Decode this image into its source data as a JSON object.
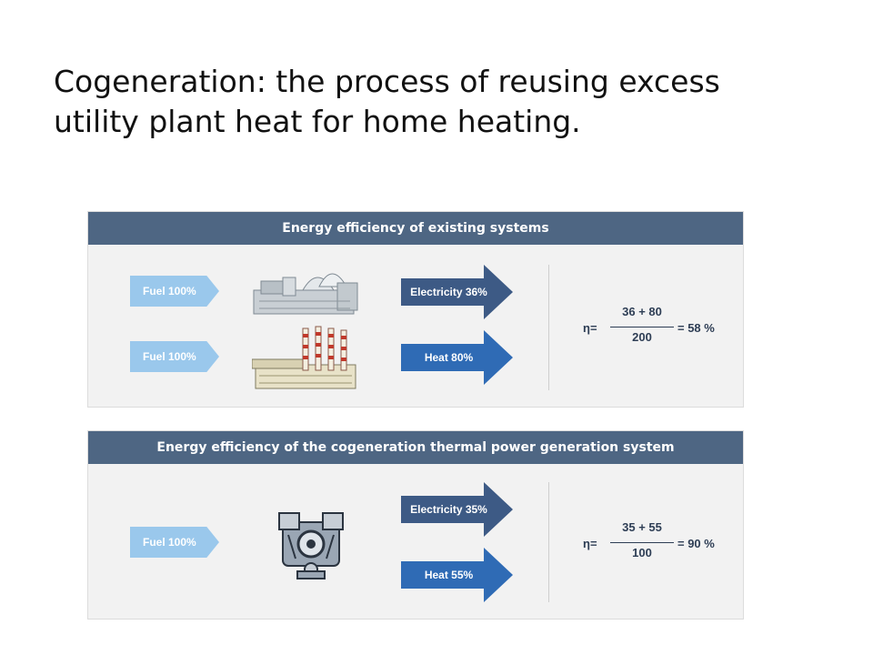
{
  "title": {
    "line1": "Cogeneration: the process of reusing excess",
    "line2": "utility plant heat for home heating."
  },
  "panel_existing": {
    "header": "Energy efficiency of existing systems",
    "rows": [
      {
        "input": "Fuel 100%",
        "icon": "nuclear-plant-icon",
        "output": "Electricity 36%"
      },
      {
        "input": "Fuel 100%",
        "icon": "factory-smokestacks-icon",
        "output": "Heat 80%"
      }
    ],
    "formula": {
      "eta": "η=",
      "numerator": "36 + 80",
      "denominator": "200",
      "result": "= 58 %"
    }
  },
  "panel_cogen": {
    "header": "Energy efficiency of the cogeneration thermal power generation system",
    "input": "Fuel 100%",
    "icon": "engine-icon",
    "outputs": {
      "electricity": "Electricity 35%",
      "heat": "Heat 55%"
    },
    "formula": {
      "eta": "η=",
      "numerator": "35 + 55",
      "denominator": "100",
      "result": "= 90 %"
    }
  },
  "colors": {
    "header_bg": "#4e6683",
    "input_arrow": "#9ac8ec",
    "electricity_arrow": "#3d5a85",
    "heat_arrow": "#2f6bb5"
  }
}
